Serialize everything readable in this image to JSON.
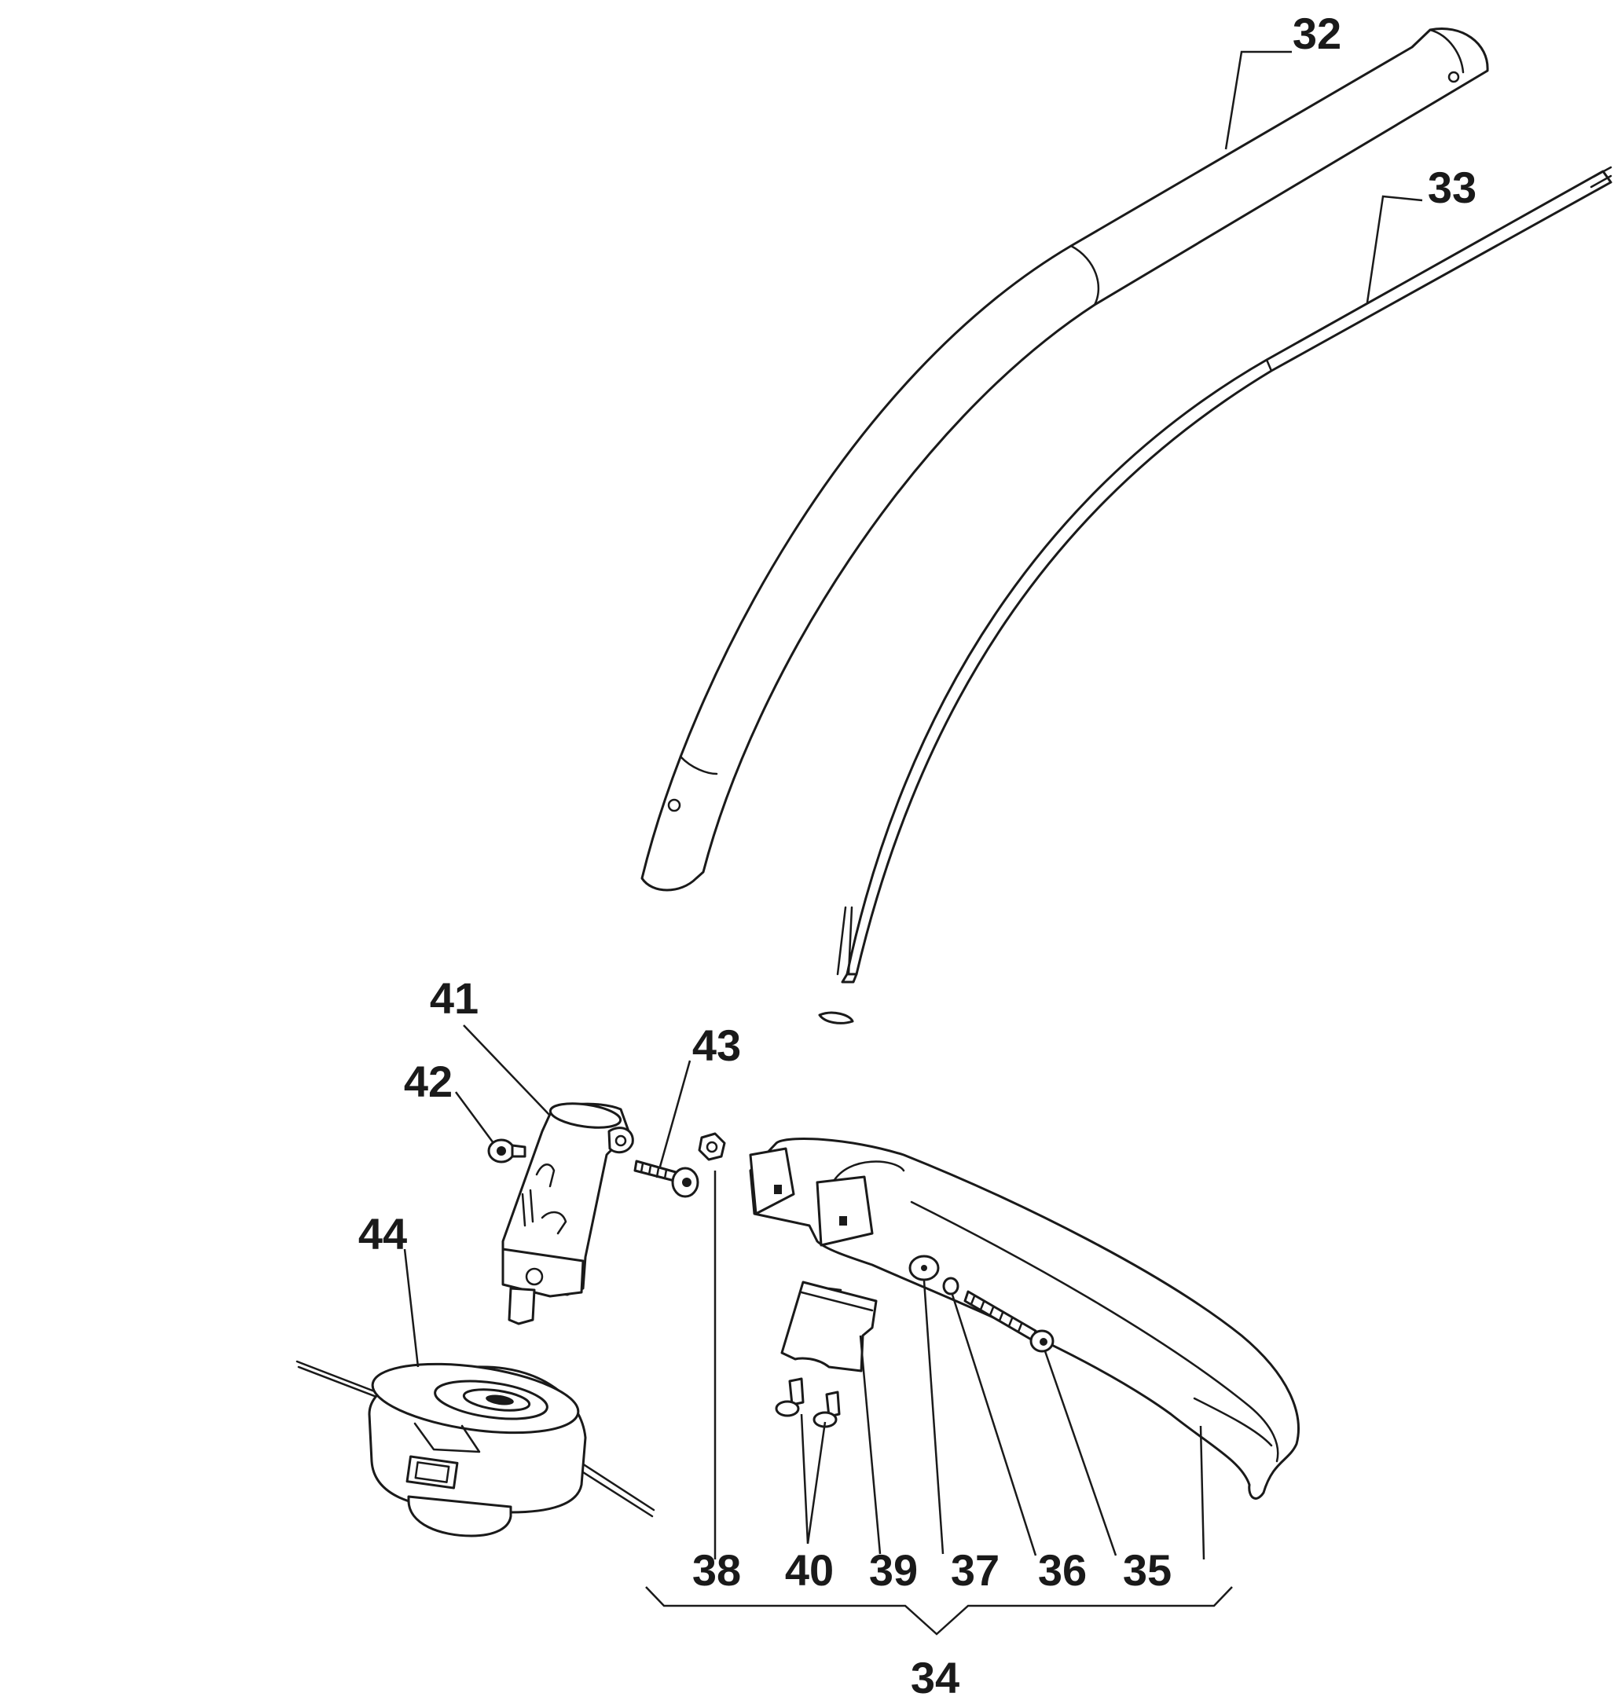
{
  "colors": {
    "line": "#1a1a1a",
    "background": "#ffffff"
  },
  "parts": {
    "shaft_tube": "32",
    "drive_cable": "33",
    "guard_assembly": "34",
    "long_screw": "35",
    "lock_washer": "36",
    "flat_washer": "37",
    "nut": "38",
    "blade_plate": "39",
    "plate_screws": "40",
    "gear_head": "41",
    "set_screw": "42",
    "clamp_bolt": "43",
    "trimmer_head": "44"
  }
}
